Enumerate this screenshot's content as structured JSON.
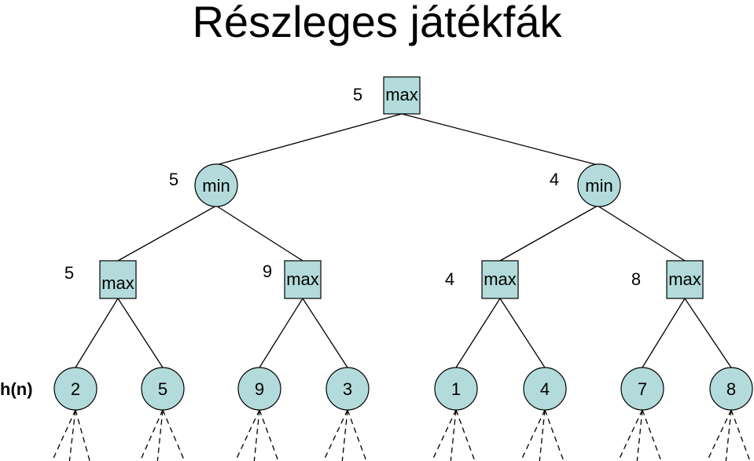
{
  "title": "Részleges játékfák",
  "root": {
    "label": "max",
    "value": "5"
  },
  "level1": [
    {
      "label": "min",
      "value": "5"
    },
    {
      "label": "min",
      "value": "4"
    }
  ],
  "level2": [
    {
      "label": "max",
      "value": "5"
    },
    {
      "label": "max",
      "value": "9"
    },
    {
      "label": "max",
      "value": "4"
    },
    {
      "label": "max",
      "value": "8"
    }
  ],
  "leaves_label": "h(n)",
  "leaves": [
    "2",
    "5",
    "9",
    "3",
    "1",
    "4",
    "7",
    "8"
  ],
  "colors": {
    "node_fill": "#b3dbdb",
    "stroke": "#000000"
  }
}
